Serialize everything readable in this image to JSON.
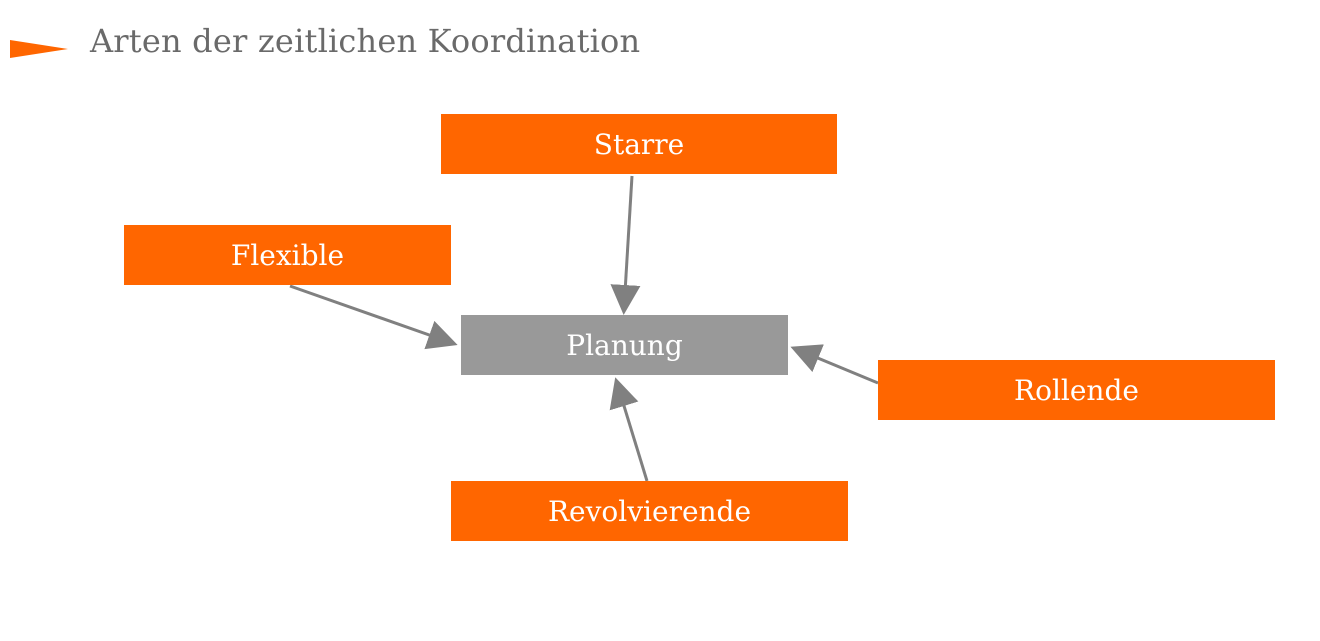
{
  "title": "Arten der zeitlichen Koordination",
  "colors": {
    "accent": "#ff6600",
    "center": "#999999",
    "arrow": "#808080",
    "title_text": "#6a6a6a"
  },
  "diagram": {
    "center": {
      "label": "Planung"
    },
    "nodes": [
      {
        "id": "starre",
        "label": "Starre"
      },
      {
        "id": "flexible",
        "label": "Flexible"
      },
      {
        "id": "rollende",
        "label": "Rollende"
      },
      {
        "id": "revolvierende",
        "label": "Revolvierende"
      }
    ]
  }
}
